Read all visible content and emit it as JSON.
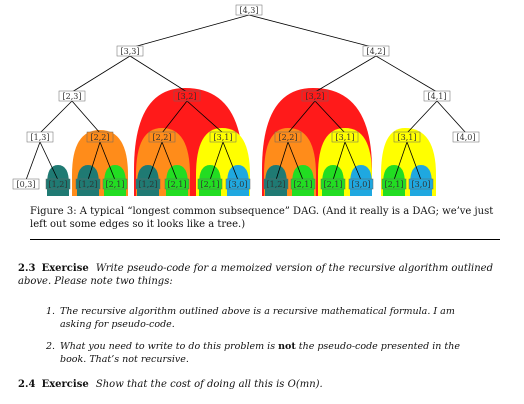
{
  "figure": {
    "nodes": [
      {
        "id": "n43",
        "label": "[4,3]"
      },
      {
        "id": "n33",
        "label": "[3,3]"
      },
      {
        "id": "n42",
        "label": "[4,2]"
      },
      {
        "id": "n23",
        "label": "[2,3]"
      },
      {
        "id": "n32a",
        "label": "[3,2]"
      },
      {
        "id": "n32b",
        "label": "[3,2]"
      },
      {
        "id": "n41",
        "label": "[4,1]"
      },
      {
        "id": "n13",
        "label": "[1,3]"
      },
      {
        "id": "n22a",
        "label": "[2,2]"
      },
      {
        "id": "n22b",
        "label": "[2,2]"
      },
      {
        "id": "n31a",
        "label": "[3,1]"
      },
      {
        "id": "n22c",
        "label": "[2,2]"
      },
      {
        "id": "n31b",
        "label": "[3,1]"
      },
      {
        "id": "n31c",
        "label": "[3,1]"
      },
      {
        "id": "n40",
        "label": "[4,0]"
      },
      {
        "id": "l03",
        "label": "[0,3]"
      },
      {
        "id": "l1",
        "label": "[1,2]"
      },
      {
        "id": "l2",
        "label": "[1,2]"
      },
      {
        "id": "l3",
        "label": "[2,1]"
      },
      {
        "id": "l4",
        "label": "[1,2]"
      },
      {
        "id": "l5",
        "label": "[2,1]"
      },
      {
        "id": "l6",
        "label": "[2,1]"
      },
      {
        "id": "l7",
        "label": "[3,0]"
      },
      {
        "id": "l8",
        "label": "[1,2]"
      },
      {
        "id": "l9",
        "label": "[2,1]"
      },
      {
        "id": "l10",
        "label": "[2,1]"
      },
      {
        "id": "l11",
        "label": "[3,0]"
      },
      {
        "id": "l12",
        "label": "[2,1]"
      },
      {
        "id": "l13",
        "label": "[3,0]"
      }
    ],
    "colors": {
      "red": "#ff1a1a",
      "orange": "#ff8c1a",
      "yellow": "#ffff00",
      "teal": "#1f7a73",
      "green": "#22dd22",
      "blue": "#1fa8e0"
    }
  },
  "caption": "Figure 3: A typical “longest common subsequence” DAG. (And it really is a DAG; we’ve just left out some edges so it looks like a tree.)",
  "ex23": {
    "number": "2.3",
    "word": "Exercise",
    "text": "Write pseudo-code for a memoized version of the recursive algorithm outlined above. Please note two things:",
    "items": [
      {
        "n": "1.",
        "text": "The recursive algorithm outlined above is a recursive mathematical formula. I am asking for pseudo-code."
      },
      {
        "n": "2.",
        "pre": "What you need to write to do this problem is ",
        "bold": "not",
        "post": " the pseudo-code presented in the book. That’s not recursive."
      }
    ]
  },
  "ex24": {
    "number": "2.4",
    "word": "Exercise",
    "text": "Show that the cost of doing all this is O(mn)."
  }
}
